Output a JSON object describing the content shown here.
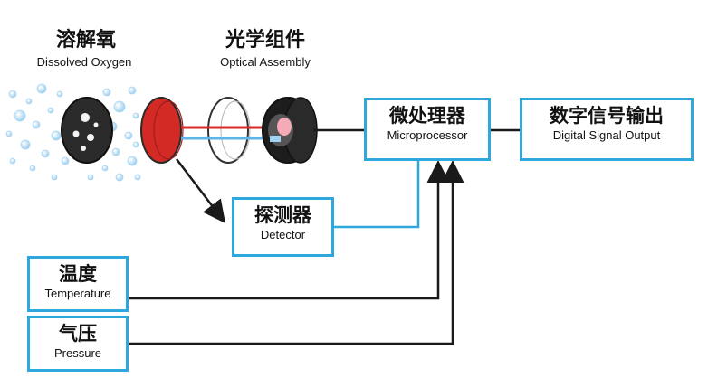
{
  "labels": {
    "dissolved_oxygen_cn": "溶解氧",
    "dissolved_oxygen_en": "Dissolved Oxygen",
    "optical_cn": "光学组件",
    "optical_en": "Optical Assembly"
  },
  "boxes": {
    "microprocessor_cn": "微处理器",
    "microprocessor_en": "Microprocessor",
    "digital_cn": "数字信号输出",
    "digital_en": "Digital Signal Output",
    "detector_cn": "探测器",
    "detector_en": "Detector",
    "temperature_cn": "温度",
    "temperature_en": "Temperature",
    "pressure_cn": "气压",
    "pressure_en": "Pressure"
  },
  "colors": {
    "box_border": "#2ea7dc",
    "red_disc": "#d42a25",
    "blue_line": "#5fb4e6",
    "line": "#1a1a1a"
  }
}
